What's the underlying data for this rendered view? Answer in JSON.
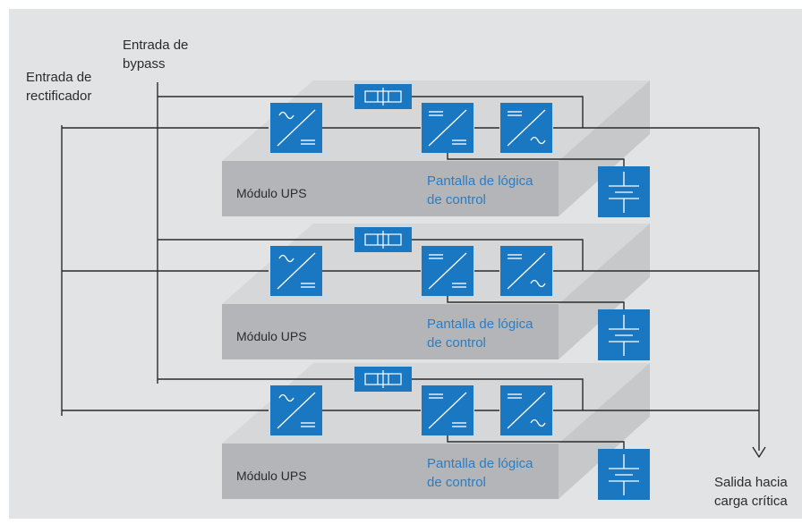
{
  "labels": {
    "bypass_input": "Entrada de\nbypass",
    "rectifier_input": "Entrada de\nrectificador",
    "output": "Salida hacia\ncarga crítica"
  },
  "modules": [
    {
      "name": "Módulo UPS",
      "logic_panel": "Pantalla de lógica\nde control"
    },
    {
      "name": "Módulo UPS",
      "logic_panel": "Pantalla de lógica\nde control"
    },
    {
      "name": "Módulo UPS",
      "logic_panel": "Pantalla de lógica\nde control"
    }
  ],
  "colors": {
    "background": "#e2e3e5",
    "module_top": "#d6d7d9",
    "module_front": "#b4b5b8",
    "module_side": "#c7c8ca",
    "component_blue": "#1a78c2",
    "wire": "#2b2b2b",
    "accent_text": "#2a7dc4"
  },
  "icons": [
    "rectifier-icon",
    "inverter-icon",
    "dc-dc-converter-icon",
    "static-switch-icon",
    "battery-icon",
    "output-arrow-icon"
  ]
}
